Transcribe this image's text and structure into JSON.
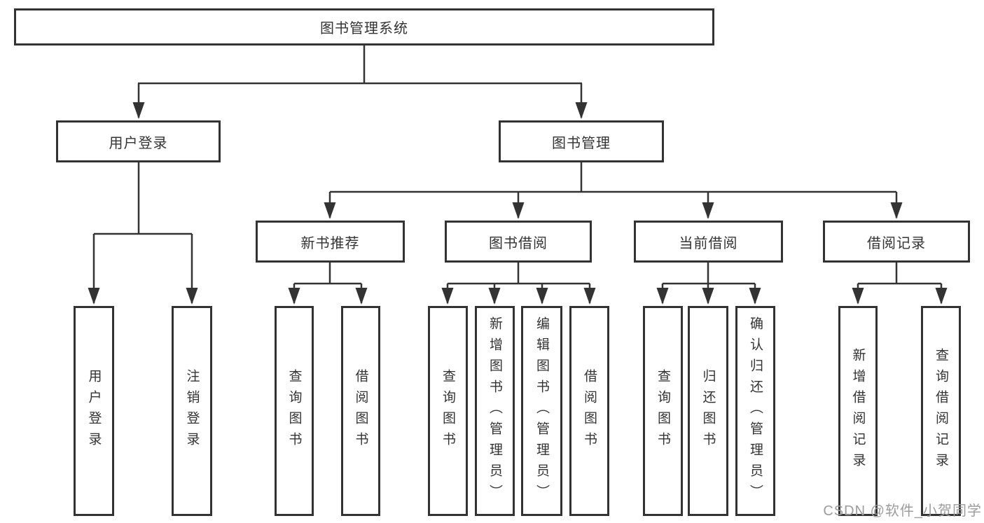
{
  "diagram": {
    "root": {
      "label": "图书管理系统"
    },
    "level2": {
      "user_login": {
        "label": "用户登录"
      },
      "book_mgmt": {
        "label": "图书管理"
      }
    },
    "level3": {
      "new_book_rec": {
        "label": "新书推荐"
      },
      "book_borrow": {
        "label": "图书借阅"
      },
      "current_borrow": {
        "label": "当前借阅"
      },
      "borrow_record": {
        "label": "借阅记录"
      }
    },
    "leaves": {
      "user_login_login": {
        "label": "用户登录"
      },
      "user_login_logout": {
        "label": "注销登录"
      },
      "rec_query_book": {
        "label": "查询图书"
      },
      "rec_borrow_book": {
        "label": "借阅图书"
      },
      "bb_query_book": {
        "label": "查询图书"
      },
      "bb_add_book": {
        "label": "新增图书（管理员）"
      },
      "bb_edit_book": {
        "label": "编辑图书（管理员）"
      },
      "bb_borrow_book": {
        "label": "借阅图书"
      },
      "cb_query_book": {
        "label": "查询图书"
      },
      "cb_return_book": {
        "label": "归还图书"
      },
      "cb_confirm_return": {
        "label": "确认归还（管理员）"
      },
      "br_add_record": {
        "label": "新增借阅记录"
      },
      "br_query_record": {
        "label": "查询借阅记录"
      }
    }
  },
  "watermark": {
    "text": "CSDN @软件_小贺同学"
  },
  "colors": {
    "line": "#333333",
    "text": "#333333",
    "watermark": "#9c9c9c",
    "background": "#ffffff"
  }
}
